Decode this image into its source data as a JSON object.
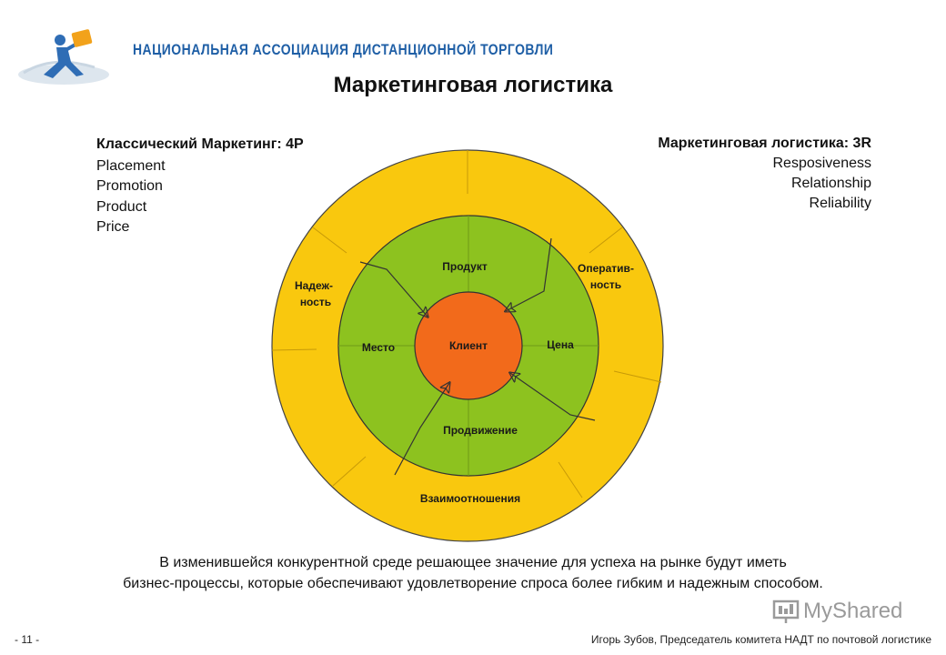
{
  "header": {
    "org_name": "НАЦИОНАЛЬНАЯ  АССОЦИАЦИЯ  ДИСТАНЦИОННОЙ  ТОРГОВЛИ"
  },
  "page_title": "Маркетинговая логистика",
  "left_column": {
    "heading": "Классический Маркетинг: 4P",
    "items": [
      "Placement",
      "Promotion",
      "Product",
      "Price"
    ]
  },
  "right_column": {
    "heading": "Маркетинговая логистика: 3R",
    "items": [
      "Resposiveness",
      "Relationship",
      "Reliability"
    ]
  },
  "diagram": {
    "center_label": "Клиент",
    "inner_labels": {
      "top": "Продукт",
      "left": "Место",
      "right": "Цена",
      "bottom": "Продвижение"
    },
    "outer_labels": {
      "left_line1": "Надеж-",
      "left_line2": "ность",
      "right_line1": "Оператив-",
      "right_line2": "ность",
      "bottom": "Взаимоотношения"
    },
    "colors": {
      "outer_ring": "#f9c80e",
      "middle_ring": "#8dc21f",
      "center": "#f26a1b",
      "outline": "#333333"
    }
  },
  "summary": {
    "line1": "В изменившейся конкурентной среде решающее значение для успеха на рынке будут иметь",
    "line2": "бизнес-процессы, которые обеспечивают удовлетворение спроса более гибким и надежным способом."
  },
  "footer": {
    "page_number": "- 11 -",
    "author": "Игорь Зубов, Председатель комитета НАДТ по почтовой логистике"
  },
  "watermark": {
    "text": "MyShared"
  }
}
